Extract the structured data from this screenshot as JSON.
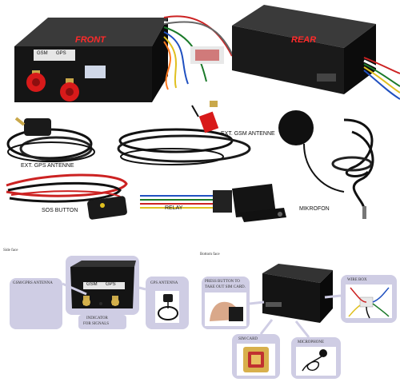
{
  "top": {
    "front": "FRONT",
    "rear": "REAR",
    "gsm": "GSM",
    "gps": "GPS",
    "ext_gps": "EXT. GPS ANTENNE",
    "ext_gsm": "EXT. GSM ANTENNE",
    "sos": "SOS BUTTON",
    "relay": "RELAY",
    "mic": "MIKROFON"
  },
  "bottom": {
    "side_face": "Side face",
    "bottom_face": "Bottom face",
    "gsm_gprs": "GSM/GPRS ANTENNA",
    "gps_antenna": "GPS ANTENNA",
    "indicator": "INDICATOR",
    "for_signals": "FOR SIGNALS",
    "gsm": "GSM",
    "gps": "GPS",
    "press1": "PRESS BUTTON TO",
    "press2": "TAKE OUT SIM CARD.",
    "wire_box": "WIRE BOX",
    "sim_card": "SIM CARD",
    "microphone": "MICROPHONE"
  },
  "colors": {
    "panel": "#cfcde4",
    "device": "#1b1b1b",
    "red_label": "#ff2a2a",
    "antenna_cap": "#d81a1a"
  }
}
